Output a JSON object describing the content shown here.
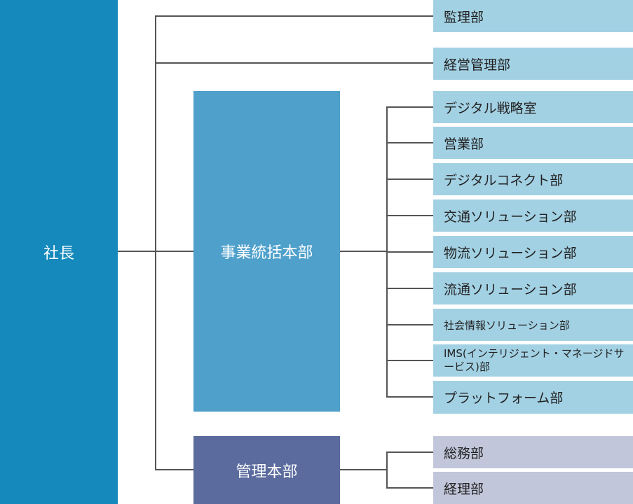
{
  "colors": {
    "president": "#1589bb",
    "division": "#4fa0cb",
    "admin": "#5b6b9e",
    "dept": "#a3d1e4",
    "admin_dept": "#c1c6da"
  },
  "president": "社長",
  "top_depts": [
    "監理部",
    "経営管理部"
  ],
  "division": {
    "label": "事業統括本部",
    "depts": [
      "デジタル戦略室",
      "営業部",
      "デジタルコネクト部",
      "交通ソリューション部",
      "物流ソリューション部",
      "流通ソリューション部",
      "社会情報ソリューション部",
      "IMS(インテリジェント・マネージドサービス)部",
      "プラットフォーム部"
    ]
  },
  "admin": {
    "label": "管理本部",
    "depts": [
      "総務部",
      "経理部"
    ]
  }
}
